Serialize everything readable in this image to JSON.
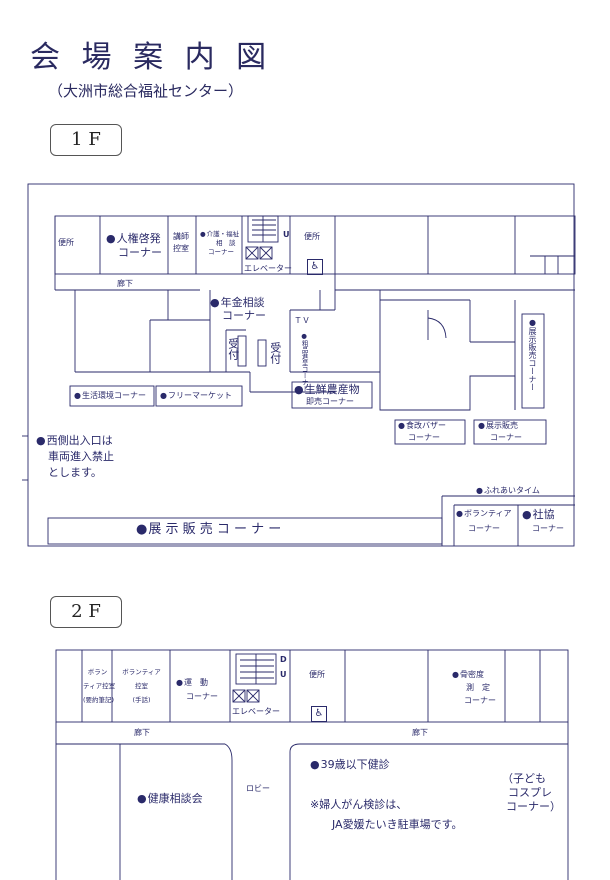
{
  "title": "会 場 案 内 図",
  "subtitle": "（大洲市総合福祉センター）",
  "floor1": {
    "tab": "1 F",
    "labels": {
      "toilet_left": "便所",
      "jinken": "人権啓発",
      "jinken_corner": "コーナー",
      "koushi": "講師",
      "hikae": "控室",
      "kaigo": "介護・福祉",
      "kaigo_soudan": "相　談",
      "kaigo_corner": "コーナー",
      "up": "U",
      "elevator": "エレベーター",
      "toilet_center": "便所",
      "rouka": "廊下",
      "nenkin": "年金相談",
      "nenkin_corner": "コーナー",
      "tv": "ＴＶ",
      "sodai": "粗品進呈コーナー",
      "uketsuke1": "受付",
      "uketsuke2": "受付",
      "tenji_side": "展示販売コーナー",
      "seikatsu": "生活環境コーナー",
      "free_market": "フリーマーケット",
      "seisen": "生鮮農産物",
      "seisen_corner": "即売コーナー",
      "shokukai": "食改バザー",
      "shokukai_corner": "コーナー",
      "tenji_hanbai": "展示販売",
      "tenji_hanbai_corner": "コーナー",
      "west_note1": "西側出入口は",
      "west_note2": "車両進入禁止",
      "west_note3": "とします。",
      "fureai": "ふれあいタイム",
      "volunteer": "ボランティア",
      "volunteer_corner": "コーナー",
      "shakyo": "社協",
      "shakyo_corner": "コーナー",
      "tenji_bottom": "展 示 販 売 コ ー ナ ー"
    }
  },
  "floor2": {
    "tab": "2 F",
    "labels": {
      "vol_room_a1": "ボラン",
      "vol_room_a2": "ティア控室",
      "vol_room_a3": "(要約筆記)",
      "vol_room_b1": "ボランティア",
      "vol_room_b2": "控室",
      "vol_room_b3": "(手話)",
      "undou": "運　動",
      "undou_corner": "コーナー",
      "down": "D",
      "up": "U",
      "elevator": "エレベーター",
      "toilet": "便所",
      "kotsu1": "骨密度",
      "kotsu2": "測　定",
      "kotsu_corner": "コーナー",
      "rouka_left": "廊下",
      "rouka_right": "廊下",
      "kenkou": "健康相談会",
      "lobby": "ロビー",
      "kenshin39": "39歳以下健診",
      "kodomo1": "（子ども",
      "kodomo2": "コスプレ",
      "kodomo3": "コーナー）",
      "fujin_note1": "※婦人がん検診は、",
      "fujin_note2": "JA愛媛たいき駐車場です。"
    }
  }
}
